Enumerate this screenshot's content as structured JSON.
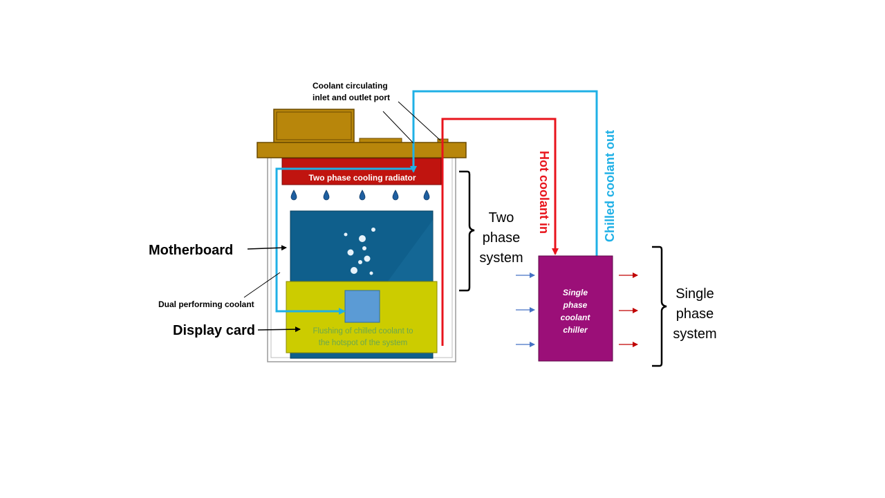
{
  "labels": {
    "port_line1": "Coolant circulating",
    "port_line2": "inlet and outlet port",
    "radiator": "Two phase cooling radiator",
    "motherboard": "Motherboard",
    "dual_coolant": "Dual performing coolant",
    "display_card": "Display card",
    "flush_line1": "Flushing  of chilled coolant to",
    "flush_line2": "the hotspot of the system",
    "two_phase_line1": "Two",
    "two_phase_line2": "phase",
    "two_phase_line3": "system",
    "hot_in": "Hot coolant in",
    "chilled_out": "Chilled coolant out",
    "chiller_line1": "Single",
    "chiller_line2": "phase",
    "chiller_line3": "coolant",
    "chiller_line4": "chiller",
    "single_phase_line1": "Single",
    "single_phase_line2": "phase",
    "single_phase_line3": "system"
  },
  "colors": {
    "lid": "#b8860b",
    "radiator": "#c0140f",
    "motherboard": "#0f5f8c",
    "display_card": "#cccc00",
    "chip": "#5b9bd5",
    "chiller": "#9b0f78",
    "hot_line": "#e8141c",
    "chilled_line": "#1fb0e6",
    "droplet": "#1f5fa0",
    "flush_text": "#6aa84f"
  }
}
